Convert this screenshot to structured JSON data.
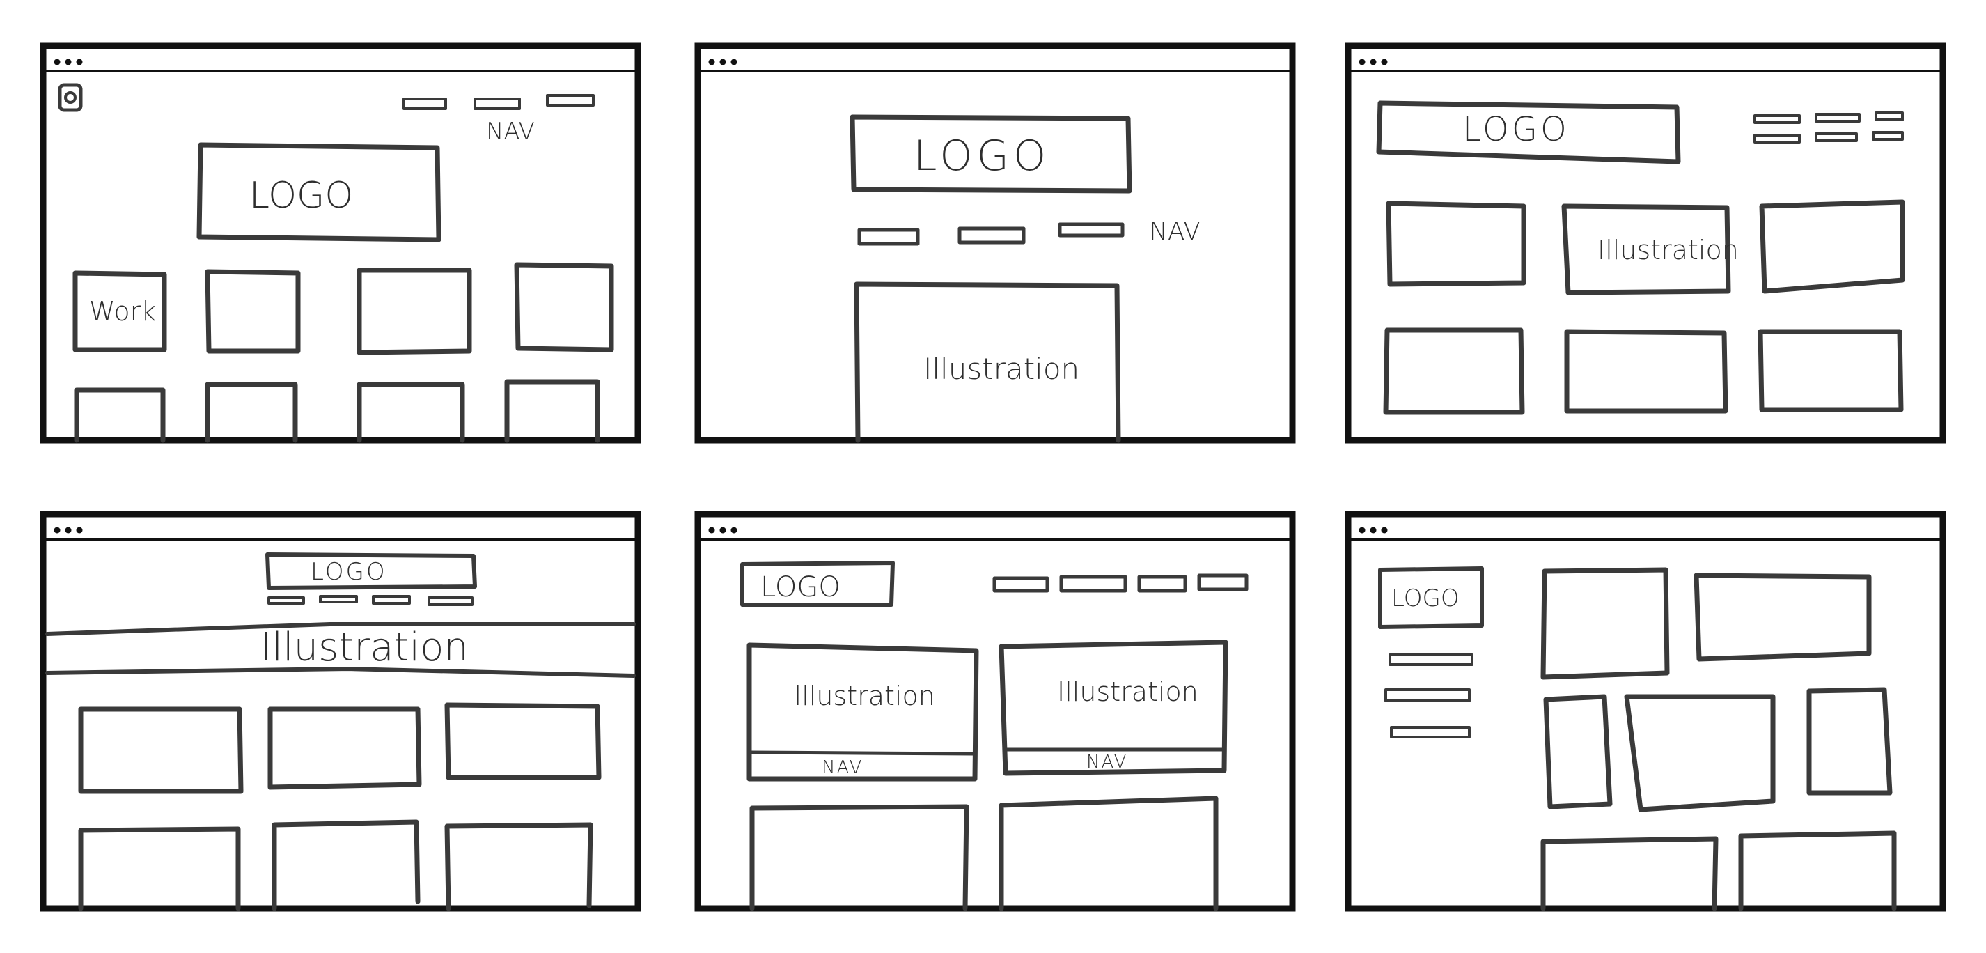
{
  "title": "",
  "colors": {
    "ink": "#3a3a3a",
    "frame": "#111111",
    "background": "#ffffff"
  },
  "wireframes": [
    {
      "labels": {
        "logo": "LOGO",
        "nav": "NAV",
        "tile": "Work"
      },
      "icons": [
        "camera-icon"
      ]
    },
    {
      "labels": {
        "logo": "LOGO",
        "nav": "NAV",
        "illustration": "Illustration"
      }
    },
    {
      "labels": {
        "logo": "LOGO",
        "illustration": "Illustration"
      }
    },
    {
      "labels": {
        "logo": "LOGO",
        "illustration": "Illustration"
      }
    },
    {
      "labels": {
        "logo": "LOGO",
        "illustration_left": "Illustration",
        "illustration_right": "Illustration",
        "nav_left": "NAV",
        "nav_right": "NAV"
      }
    },
    {
      "labels": {
        "logo": "LOGO"
      }
    }
  ]
}
